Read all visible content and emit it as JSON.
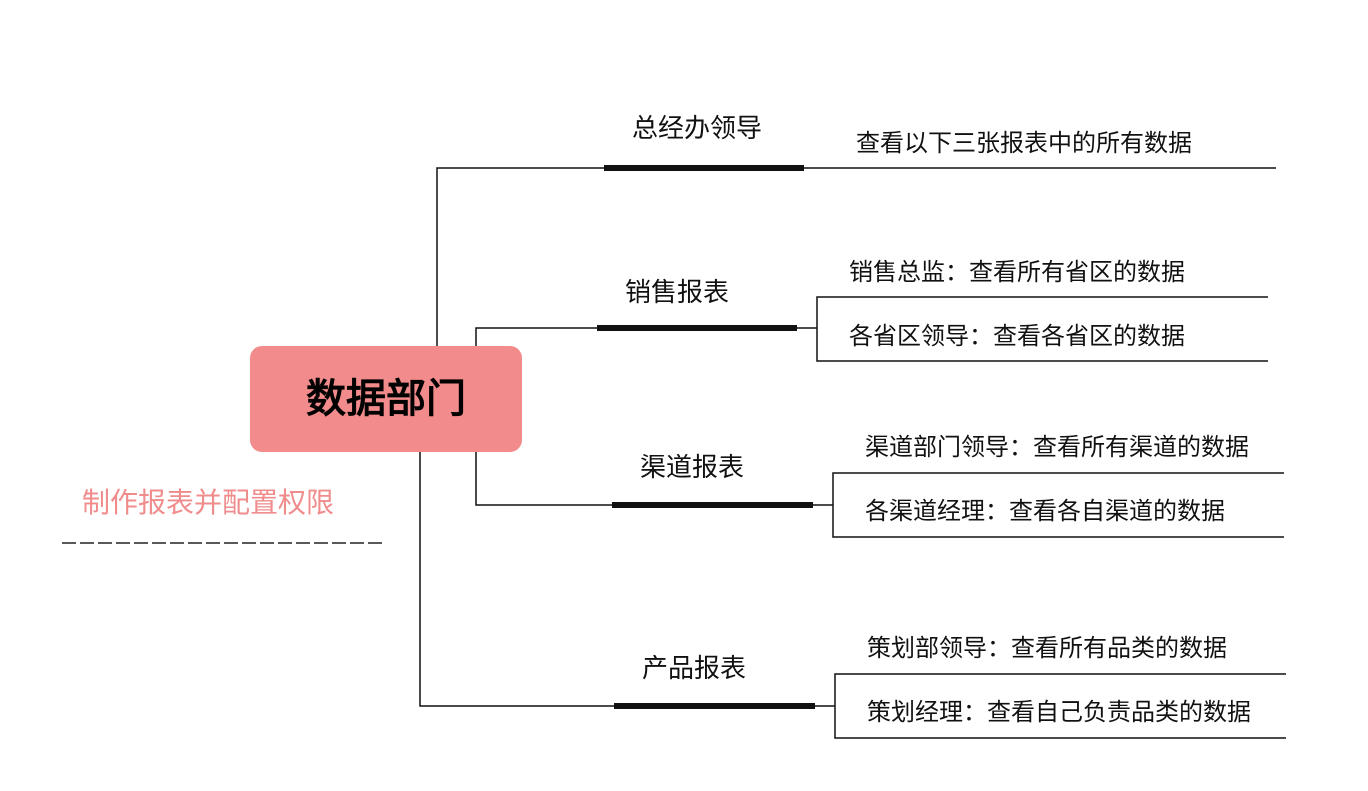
{
  "root": {
    "label": "数据部门",
    "color": "#f28b8b"
  },
  "note": {
    "label": "制作报表并配置权限",
    "color": "#f08c8c"
  },
  "branches": [
    {
      "label": "总经办领导",
      "children": [
        "查看以下三张报表中的所有数据"
      ]
    },
    {
      "label": "销售报表",
      "children": [
        "销售总监：查看所有省区的数据",
        "各省区领导：查看各省区的数据"
      ]
    },
    {
      "label": "渠道报表",
      "children": [
        "渠道部门领导：查看所有渠道的数据",
        "各渠道经理：查看各自渠道的数据"
      ]
    },
    {
      "label": "产品报表",
      "children": [
        "策划部领导：查看所有品类的数据",
        "策划经理：查看自己负责品类的数据"
      ]
    }
  ]
}
